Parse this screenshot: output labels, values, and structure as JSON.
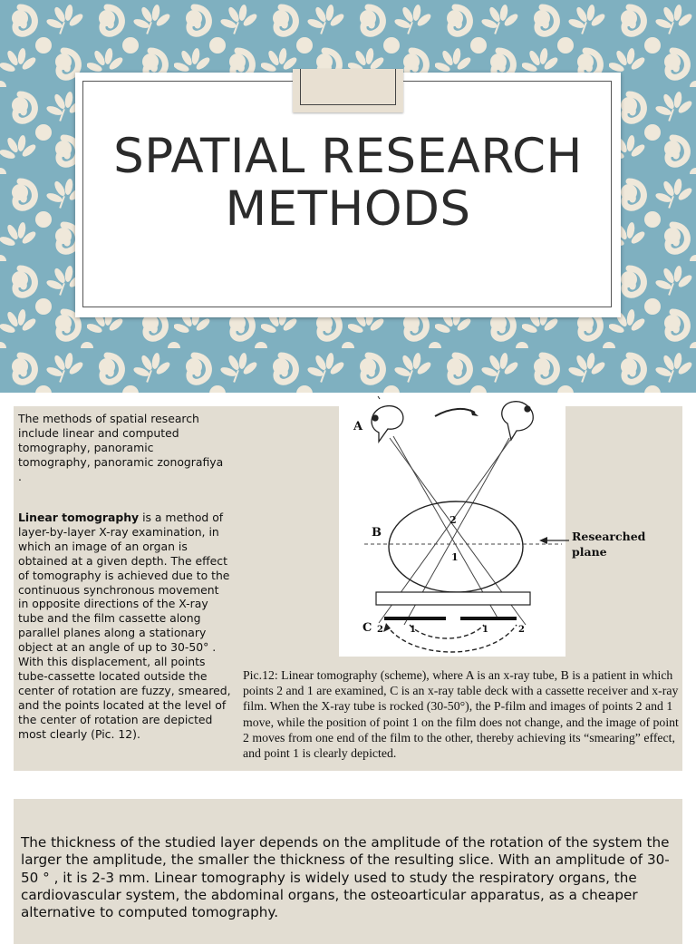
{
  "title_slide": {
    "title_line1": "SPATIAL RESEARCH",
    "title_line2": "METHODS",
    "colors": {
      "background": "#7fb0c0",
      "pattern": "#efe8da",
      "card": "#ffffff",
      "tab": "#e8e0d2"
    }
  },
  "content_slide": {
    "intro_paragraph": "The methods of spatial research include linear and computed tomography, panoramic tomography, panoramic zonografiya .",
    "linear_term": "Linear tomography",
    "linear_paragraph": " is a method of layer-by-layer X-ray examination, in which an image of an organ is obtained at a given depth. The effect of tomography is achieved due to the continuous synchronous movement in opposite directions of the X-ray tube and the film cassette along parallel planes along a stationary object at an angle of up to 30-50° . With this displacement, all points tube-cassette located outside the center of rotation are fuzzy, smeared, and the points located at the level of the center of rotation are depicted most clearly (Pic. 12).",
    "figure": {
      "label_a": "A",
      "label_b": "B",
      "label_c": "C",
      "point_2_top": "2",
      "point_1_center": "1",
      "film_left_2": "2",
      "film_left_1": "1",
      "film_right_1": "1",
      "film_right_2": "2",
      "researched_plane_label": "Researched plane"
    },
    "caption": "Pic.12: Linear tomography (scheme), where A is an x-ray tube, B is a patient in which points 2 and 1 are examined, C is an x-ray table deck with a cassette receiver and x-ray film. When the X-ray tube is rocked (30-50°), the P-film and images of points 2 and 1 move, while the position of point 1 on the film does not change, and the image of point 2 moves from one end of the film to the other, thereby achieving its “smearing” effect, and point 1 is clearly depicted.",
    "colors": {
      "panel": "#e2ddd2"
    }
  },
  "thickness_slide": {
    "paragraph": "The thickness of the studied layer depends on the amplitude of the rotation of the system the larger the amplitude, the smaller the thickness of the resulting slice. With an amplitude of 30-50 ° , it is 2-3 mm. Linear tomography is widely used to study the respiratory organs, the cardiovascular system, the abdominal organs, the osteoarticular apparatus, as a cheaper alternative to computed tomography."
  }
}
